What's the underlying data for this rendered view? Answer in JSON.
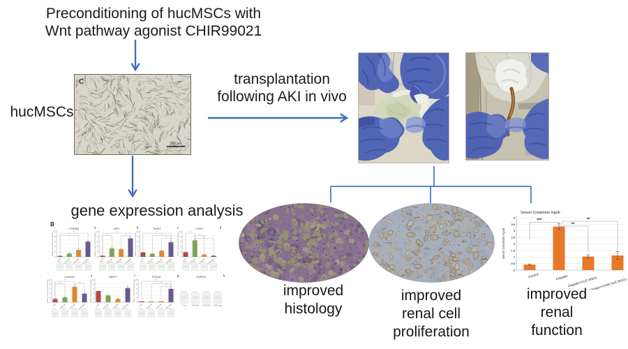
{
  "figure": {
    "type": "graphical-abstract",
    "background": "#ffffff"
  },
  "colors": {
    "arrow_blue": "#3f6db8",
    "connector_blue": "#4472c4",
    "serum_bar_orange": "#e8782a",
    "gene_bar_colors": [
      "#b04a45",
      "#7ea554",
      "#e0892f",
      "#675a90"
    ],
    "text_black": "#1b1b1b"
  },
  "labels": {
    "preconditioning_line1": "Preconditioning of hucMSCs with",
    "preconditioning_line2": "Wnt pathway agonist CHIR99021",
    "hucmscs": "hucMSCs",
    "transplantation_line1": "transplantation",
    "transplantation_line2": "following AKI in vivo",
    "gene_expression": "gene expression analysis",
    "caption_histology_line1": "improved",
    "caption_histology_line2": "histology",
    "caption_proliferation_line1": "improved",
    "caption_proliferation_line2": "renal cell",
    "caption_proliferation_line3": "proliferation",
    "caption_function_line1": "improved",
    "caption_function_line2": "renal",
    "caption_function_line3": "function"
  },
  "micrograph": {
    "panel_letter": "C",
    "scale_bar_text": "200 μm"
  },
  "gene_panel": {
    "panel_label": "B",
    "x_categories": [
      "Cont",
      "CHIR 24h",
      "CHIR 48h",
      "CHIR 3day"
    ],
    "y_axis_label": "Relative expression (fold change)"
  },
  "chart_data": [
    {
      "type": "bar",
      "title": "CTNNB1",
      "panel_letter": "a",
      "categories": [
        "Cont",
        "CHIR 24h",
        "CHIR 48h",
        "CHIR 3day"
      ],
      "values": [
        0.4,
        1.4,
        3.0,
        6.6
      ],
      "errors": [
        0.1,
        0.4,
        0.7,
        0.5
      ],
      "ylim": [
        0,
        10
      ],
      "ylabel": "Relative expression (fold change)",
      "sig_brackets": [
        [
          0,
          3,
          0
        ],
        [
          0,
          2,
          1
        ]
      ],
      "has_blot": true
    },
    {
      "type": "bar",
      "title": "LEF1",
      "panel_letter": "b",
      "categories": [
        "Cont",
        "CHIR 24h",
        "CHIR 48h",
        "CHIR 3day"
      ],
      "values": [
        0.5,
        3.6,
        3.3,
        8.0
      ],
      "errors": [
        0.1,
        0.8,
        0.5,
        0.6
      ],
      "ylim": [
        0,
        10
      ],
      "ylabel": "Relative expression (fold change)",
      "sig_brackets": [
        [
          0,
          3,
          0
        ],
        [
          0,
          1,
          1
        ],
        [
          2,
          3,
          1
        ]
      ],
      "has_blot": true
    },
    {
      "type": "bar",
      "title": "TWIST",
      "panel_letter": "c",
      "categories": [
        "Cont",
        "CHIR 24h",
        "CHIR 48h",
        "CHIR 3day"
      ],
      "values": [
        1.9,
        1.3,
        2.6,
        6.3
      ],
      "errors": [
        0.2,
        0.2,
        0.3,
        0.5
      ],
      "ylim": [
        0,
        10
      ],
      "ylabel": "Relative expression (fold change)",
      "sig_brackets": [
        [
          0,
          3,
          0
        ],
        [
          1,
          3,
          1
        ],
        [
          2,
          3,
          2
        ]
      ],
      "has_blot": true
    },
    {
      "type": "bar",
      "title": "c-MYC",
      "panel_letter": "d",
      "categories": [
        "Cont",
        "CHIR 24h",
        "CHIR 48h",
        "CHIR 3day"
      ],
      "values": [
        2.0,
        7.2,
        1.0,
        0.5
      ],
      "errors": [
        0.3,
        0.6,
        0.2,
        0.1
      ],
      "ylim": [
        0,
        10
      ],
      "ylabel": "Relative expression (fold change)",
      "sig_brackets": [
        [
          0,
          1,
          0
        ],
        [
          1,
          2,
          1
        ],
        [
          1,
          3,
          2
        ]
      ],
      "has_blot": true
    },
    {
      "type": "bar",
      "title": "CyclinD1",
      "panel_letter": "e",
      "categories": [
        "Cont",
        "CHIR 24h",
        "CHIR 48h",
        "CHIR 3day"
      ],
      "values": [
        1.6,
        2.4,
        7.6,
        4.2
      ],
      "errors": [
        0.2,
        0.3,
        0.6,
        0.5
      ],
      "ylim": [
        0,
        10
      ],
      "ylabel": "Relative expression (fold change)",
      "sig_brackets": [
        [
          0,
          2,
          0
        ],
        [
          0,
          1,
          1
        ],
        [
          2,
          3,
          1
        ]
      ],
      "has_blot": true
    },
    {
      "type": "bar",
      "title": "WNT1",
      "panel_letter": "f",
      "categories": [
        "Cont",
        "CHIR 24h",
        "CHIR 48h",
        "CHIR 3day"
      ],
      "values": [
        5.5,
        3.3,
        1.6,
        7.0
      ],
      "errors": [
        0.3,
        0.4,
        0.3,
        1.2
      ],
      "ylim": [
        0,
        10
      ],
      "ylabel": "Relative expression (fold change)",
      "sig_brackets": [],
      "has_blot": true
    },
    {
      "type": "bar",
      "title": "FOXA2",
      "panel_letter": "g",
      "categories": [
        "Cont",
        "CHIR 24h",
        "CHIR 48h",
        "CHIR 3day"
      ],
      "values": [
        0.4,
        0.4,
        0.5,
        6.6
      ],
      "errors": [
        0.1,
        0.1,
        0.1,
        0.6
      ],
      "ylim": [
        0,
        10
      ],
      "ylabel": "Relative expression (fold change)",
      "sig_brackets": [
        [
          0,
          3,
          0
        ],
        [
          1,
          3,
          1
        ],
        [
          2,
          3,
          2
        ]
      ],
      "has_blot": true
    },
    {
      "type": "bar",
      "title": "GAPDH",
      "panel_letter": "h",
      "categories": [
        "Cont",
        "CHIR 24h",
        "CHIR 48h",
        "CHIR 3day"
      ],
      "values": null,
      "note": "western blot loading control only",
      "blot_only": true,
      "has_blot": true
    },
    {
      "type": "bar",
      "title": "Serum Creatinine mg/dl",
      "ylabel": "Serum Creatinine mg/dl",
      "categories": [
        "Control",
        "Cisplatin",
        "Cisplatin+hUC-MSCs",
        "Cisplatin+CHIR hUC-MSCs"
      ],
      "values": [
        0.42,
        3.33,
        1.04,
        1.12
      ],
      "errors": [
        0.05,
        0.22,
        0.13,
        0.3
      ],
      "ylim": [
        0,
        4
      ],
      "yticks": [
        0,
        0.5,
        1,
        1.5,
        2,
        2.5,
        3,
        3.5,
        4
      ],
      "grid": true,
      "legend": "none",
      "bar_color": "#e8782a",
      "significance": [
        {
          "pair": [
            0,
            1
          ],
          "label": "***"
        },
        {
          "pair": [
            1,
            2
          ],
          "label": "**"
        },
        {
          "pair": [
            1,
            3
          ],
          "label": "**"
        }
      ]
    }
  ]
}
